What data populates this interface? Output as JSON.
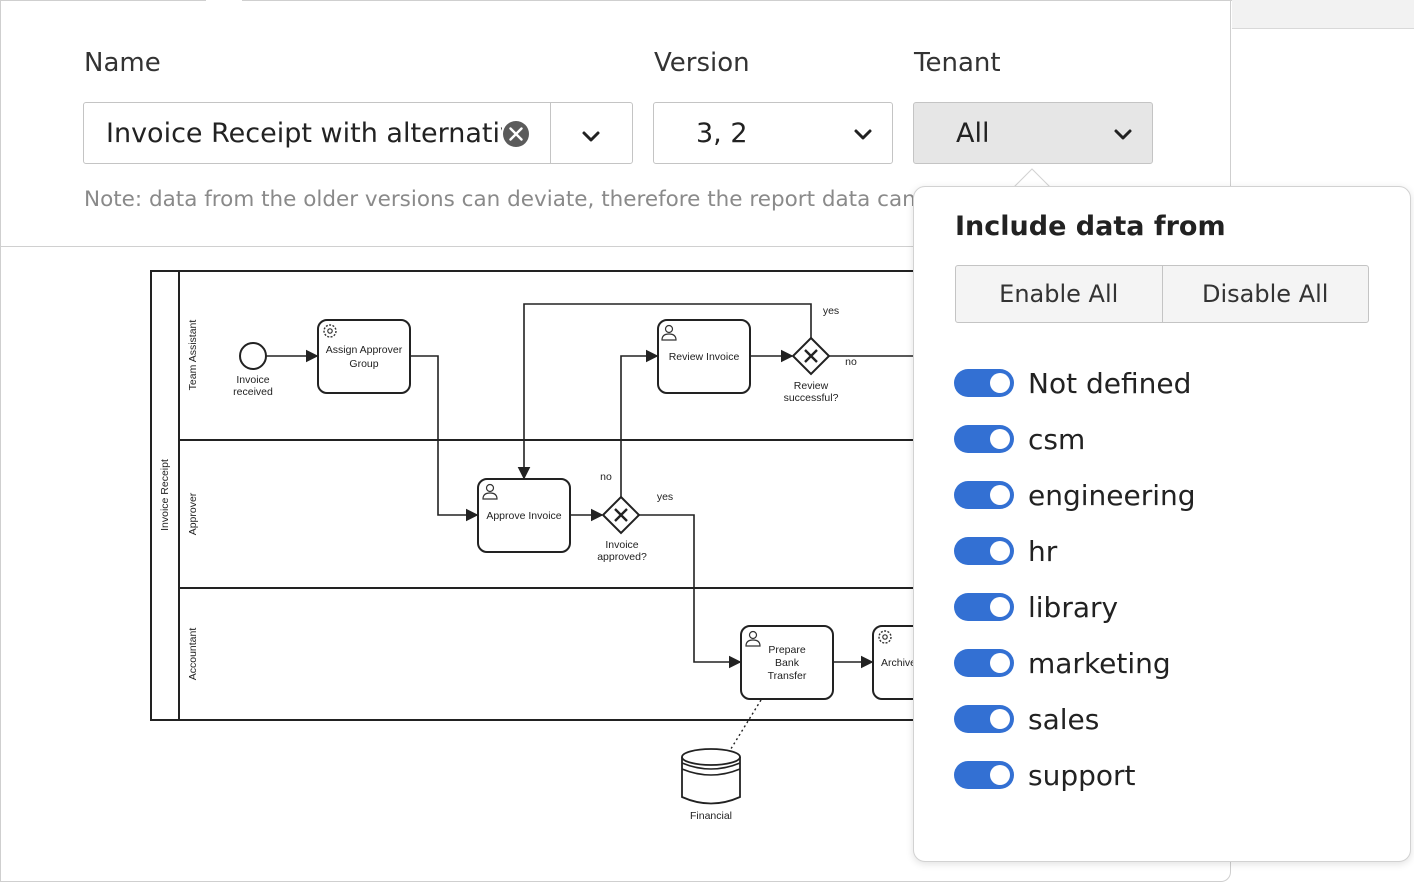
{
  "form": {
    "name_label": "Name",
    "name_value": "Invoice Receipt with alternative",
    "version_label": "Version",
    "version_value": "3, 2",
    "tenant_label": "Tenant",
    "tenant_value": "All",
    "note": "Note: data from the older versions can deviate, therefore the report data can b"
  },
  "diagram": {
    "pool": "Invoice Receipt",
    "lanes": [
      "Team Assistant",
      "Approver",
      "Accountant"
    ],
    "start_event": [
      "Invoice",
      "received"
    ],
    "tasks": {
      "assign": [
        "Assign Approver",
        "Group"
      ],
      "review": "Review Invoice",
      "approve": "Approve Invoice",
      "prepare": [
        "Prepare",
        "Bank",
        "Transfer"
      ],
      "archive": "Archive"
    },
    "gateways": {
      "review": [
        "Review",
        "successful?"
      ],
      "approved": [
        "Invoice",
        "approved?"
      ]
    },
    "flow_labels": {
      "review_yes": "yes",
      "review_no": "no",
      "approved_no": "no",
      "approved_yes": "yes"
    },
    "data_store": "Financial"
  },
  "popover": {
    "title": "Include data from",
    "enable_all": "Enable All",
    "disable_all": "Disable All",
    "tenants": [
      {
        "label": "Not defined",
        "enabled": true
      },
      {
        "label": "csm",
        "enabled": true
      },
      {
        "label": "engineering",
        "enabled": true
      },
      {
        "label": "hr",
        "enabled": true
      },
      {
        "label": "library",
        "enabled": true
      },
      {
        "label": "marketing",
        "enabled": true
      },
      {
        "label": "sales",
        "enabled": true
      },
      {
        "label": "support",
        "enabled": true
      }
    ]
  },
  "colors": {
    "toggle_on": "#3370d3",
    "tenant_field_bg": "#e6e6e6"
  },
  "icons": [
    "clear-icon",
    "chevron-down-icon",
    "gear-icon",
    "user-icon",
    "gateway-x-icon",
    "database-icon"
  ]
}
